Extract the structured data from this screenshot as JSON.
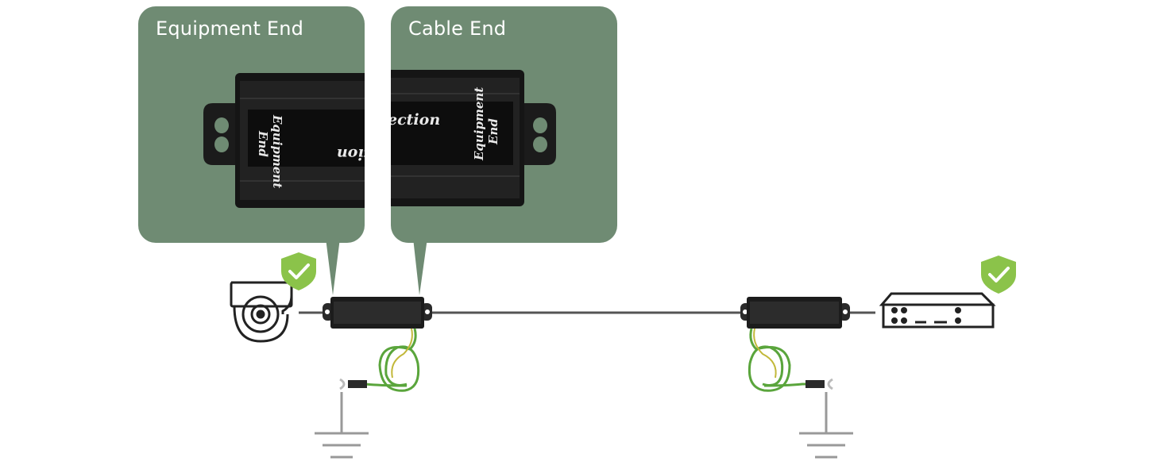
{
  "panels": {
    "equipment_end_title": "Equipment End",
    "cable_end_title": "Cable End"
  },
  "closeup": {
    "left_label_line1": "Equipment",
    "left_label_line2": "End",
    "right_label_line1": "Equipment",
    "right_label_line2": "End",
    "top_text": "ection",
    "bottom_text": "ction"
  },
  "icons": {
    "camera": "dome-camera-icon",
    "recorder": "network-recorder-icon",
    "shield": "shield-check-icon",
    "ground": "ground-symbol-icon"
  },
  "colors": {
    "panel": "#6f8b73",
    "shield": "#8bc34a",
    "cable": "#555555",
    "ground_wire": "#5aa53c"
  }
}
